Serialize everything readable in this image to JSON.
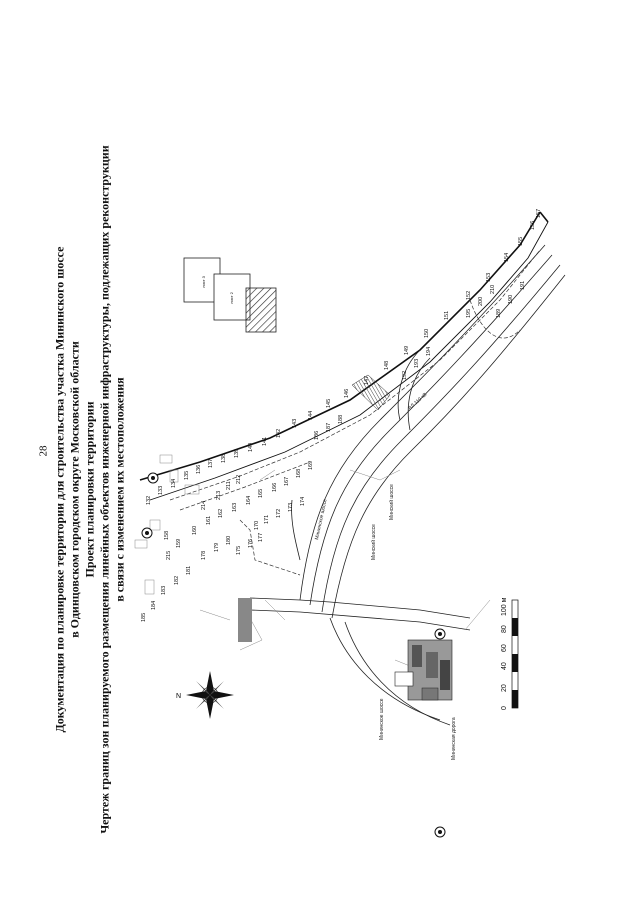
{
  "page_number": "28",
  "title": {
    "line1": "Документация по планировке территории для строительства участка Мининского шоссе",
    "line2": "в Одинцовском городском округе Московской области",
    "line3": "Проект планировки территории",
    "line4": "Чертеж границ зон планируемого размещения линейных объектов инженерной инфраструктуры, подлежащих реконструкции",
    "line5": "в связи с изменением их местоположения"
  },
  "key_map": {
    "sheet3": "лист 3",
    "sheet2": "лист 2"
  },
  "compass": {
    "north_label": "N"
  },
  "scale_bar": {
    "ticks": [
      "0",
      "20",
      "40",
      "60",
      "80",
      "100 м"
    ]
  },
  "map_labels": {
    "road_name_1": "Минский шоссе",
    "road_name_2": "Минский шоссе",
    "road_name_3": "Мининское шоссе",
    "road_name_4": "Мининское шоссе",
    "road_name_5": "Мининская дорога",
    "road_name_6": "ВЛ 110 кВ"
  },
  "point_labels": [
    "132",
    "133",
    "134",
    "135",
    "136",
    "137",
    "138",
    "139",
    "140",
    "141",
    "142",
    "143",
    "144",
    "145",
    "146",
    "147",
    "148",
    "149",
    "150",
    "151",
    "152",
    "153",
    "154",
    "155",
    "156",
    "157",
    "158",
    "159",
    "160",
    "161",
    "162",
    "163",
    "164",
    "165",
    "166",
    "167",
    "168",
    "169",
    "170",
    "171",
    "172",
    "173",
    "174",
    "175",
    "176",
    "177",
    "178",
    "179",
    "180",
    "181",
    "182",
    "183",
    "184",
    "185",
    "186",
    "187",
    "188",
    "189",
    "190",
    "191",
    "192",
    "193",
    "194",
    "195",
    "200",
    "210",
    "211",
    "212",
    "213",
    "214",
    "215"
  ],
  "colors": {
    "line": "#111111",
    "hatch": "#333333",
    "light": "#777777"
  }
}
